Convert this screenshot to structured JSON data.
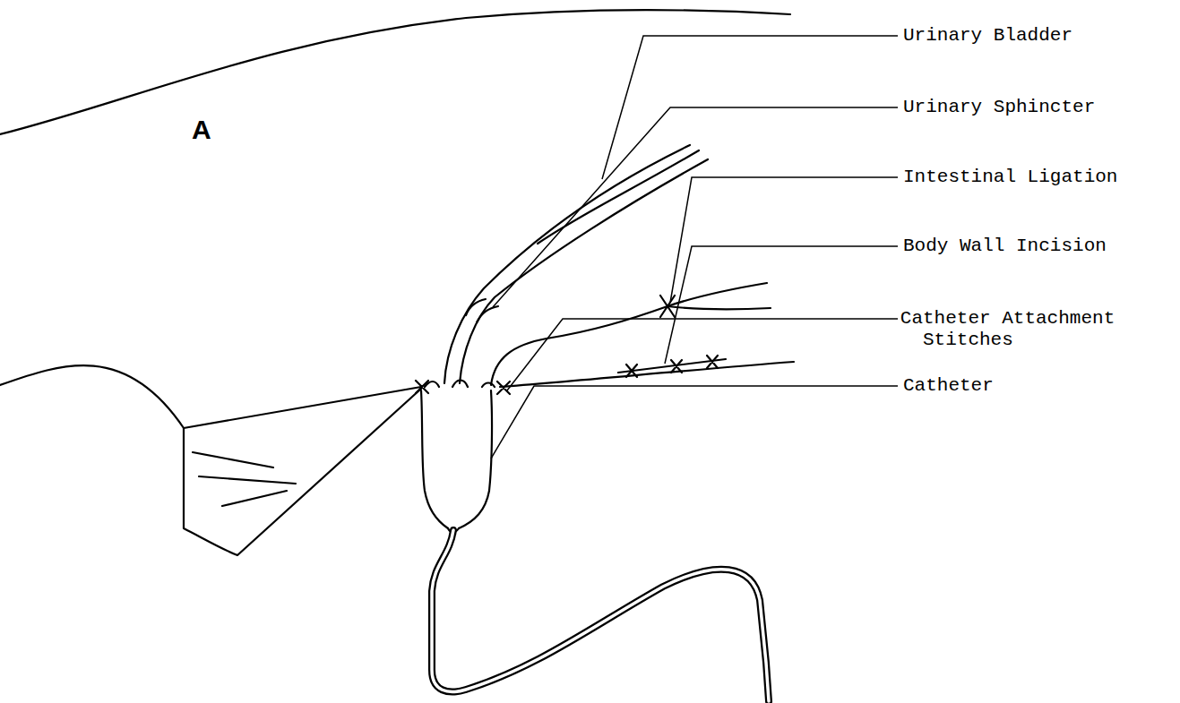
{
  "diagram": {
    "labels": [
      "A",
      "Urinary Bladder",
      "Urinary Sphincter",
      "Intestinal Ligation",
      "Body Wall Incision",
      "Catheter Attachment Stitches",
      "Catheter"
    ]
  }
}
